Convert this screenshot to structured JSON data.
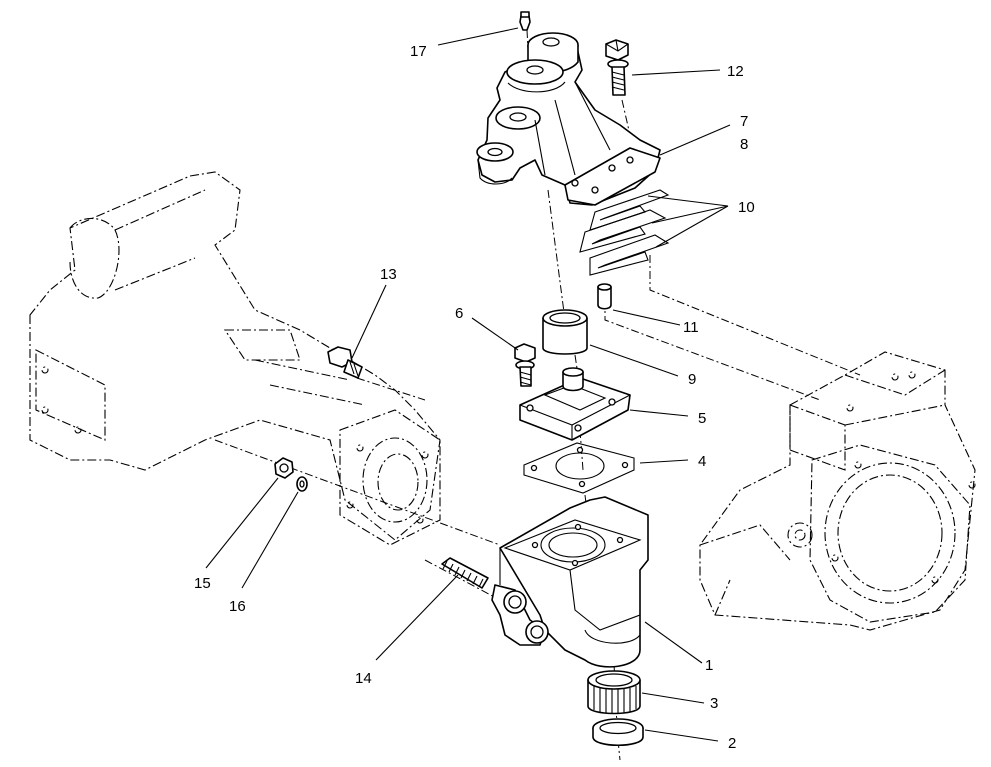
{
  "diagram": {
    "callouts": [
      "17",
      "12",
      "7",
      "8",
      "10",
      "13",
      "6",
      "11",
      "9",
      "5",
      "4",
      "15",
      "16",
      "14",
      "1",
      "3",
      "2"
    ]
  }
}
